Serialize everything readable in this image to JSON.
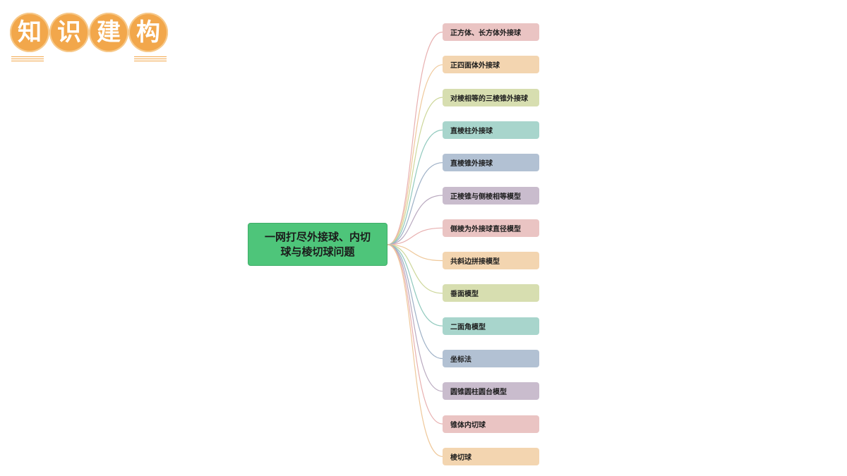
{
  "header": {
    "title_chars": [
      "知",
      "识",
      "建",
      "构"
    ]
  },
  "mindmap": {
    "root": {
      "line1": "一网打尽外接球、内切",
      "line2": "球与棱切球问题"
    },
    "branches": [
      {
        "label": "正方体、长方体外接球",
        "color": "#eac4c3",
        "line": "#e8b0b0"
      },
      {
        "label": "正四面体外接球",
        "color": "#f3d5b0",
        "line": "#efc89a"
      },
      {
        "label": "对棱相等的三棱锥外接球",
        "color": "#d7deb0",
        "line": "#cdd79a"
      },
      {
        "label": "直棱柱外接球",
        "color": "#a8d5cc",
        "line": "#90c9bd"
      },
      {
        "label": "直棱锥外接球",
        "color": "#b2c1d3",
        "line": "#9db0c6"
      },
      {
        "label": "正棱锥与侧棱相等模型",
        "color": "#c9bccd",
        "line": "#b9a9bf"
      },
      {
        "label": "侧棱为外接球直径模型",
        "color": "#eac4c3",
        "line": "#e8b0b0"
      },
      {
        "label": "共斜边拼接模型",
        "color": "#f3d5b0",
        "line": "#efc89a"
      },
      {
        "label": "垂面模型",
        "color": "#d7deb0",
        "line": "#cdd79a"
      },
      {
        "label": "二面角模型",
        "color": "#a8d5cc",
        "line": "#90c9bd"
      },
      {
        "label": "坐标法",
        "color": "#b2c1d3",
        "line": "#9db0c6"
      },
      {
        "label": "圆锥圆柱圆台模型",
        "color": "#c9bccd",
        "line": "#b9a9bf"
      },
      {
        "label": "锥体内切球",
        "color": "#eac4c3",
        "line": "#e8b0b0"
      },
      {
        "label": "棱切球",
        "color": "#f3d5b0",
        "line": "#efc89a"
      }
    ]
  }
}
